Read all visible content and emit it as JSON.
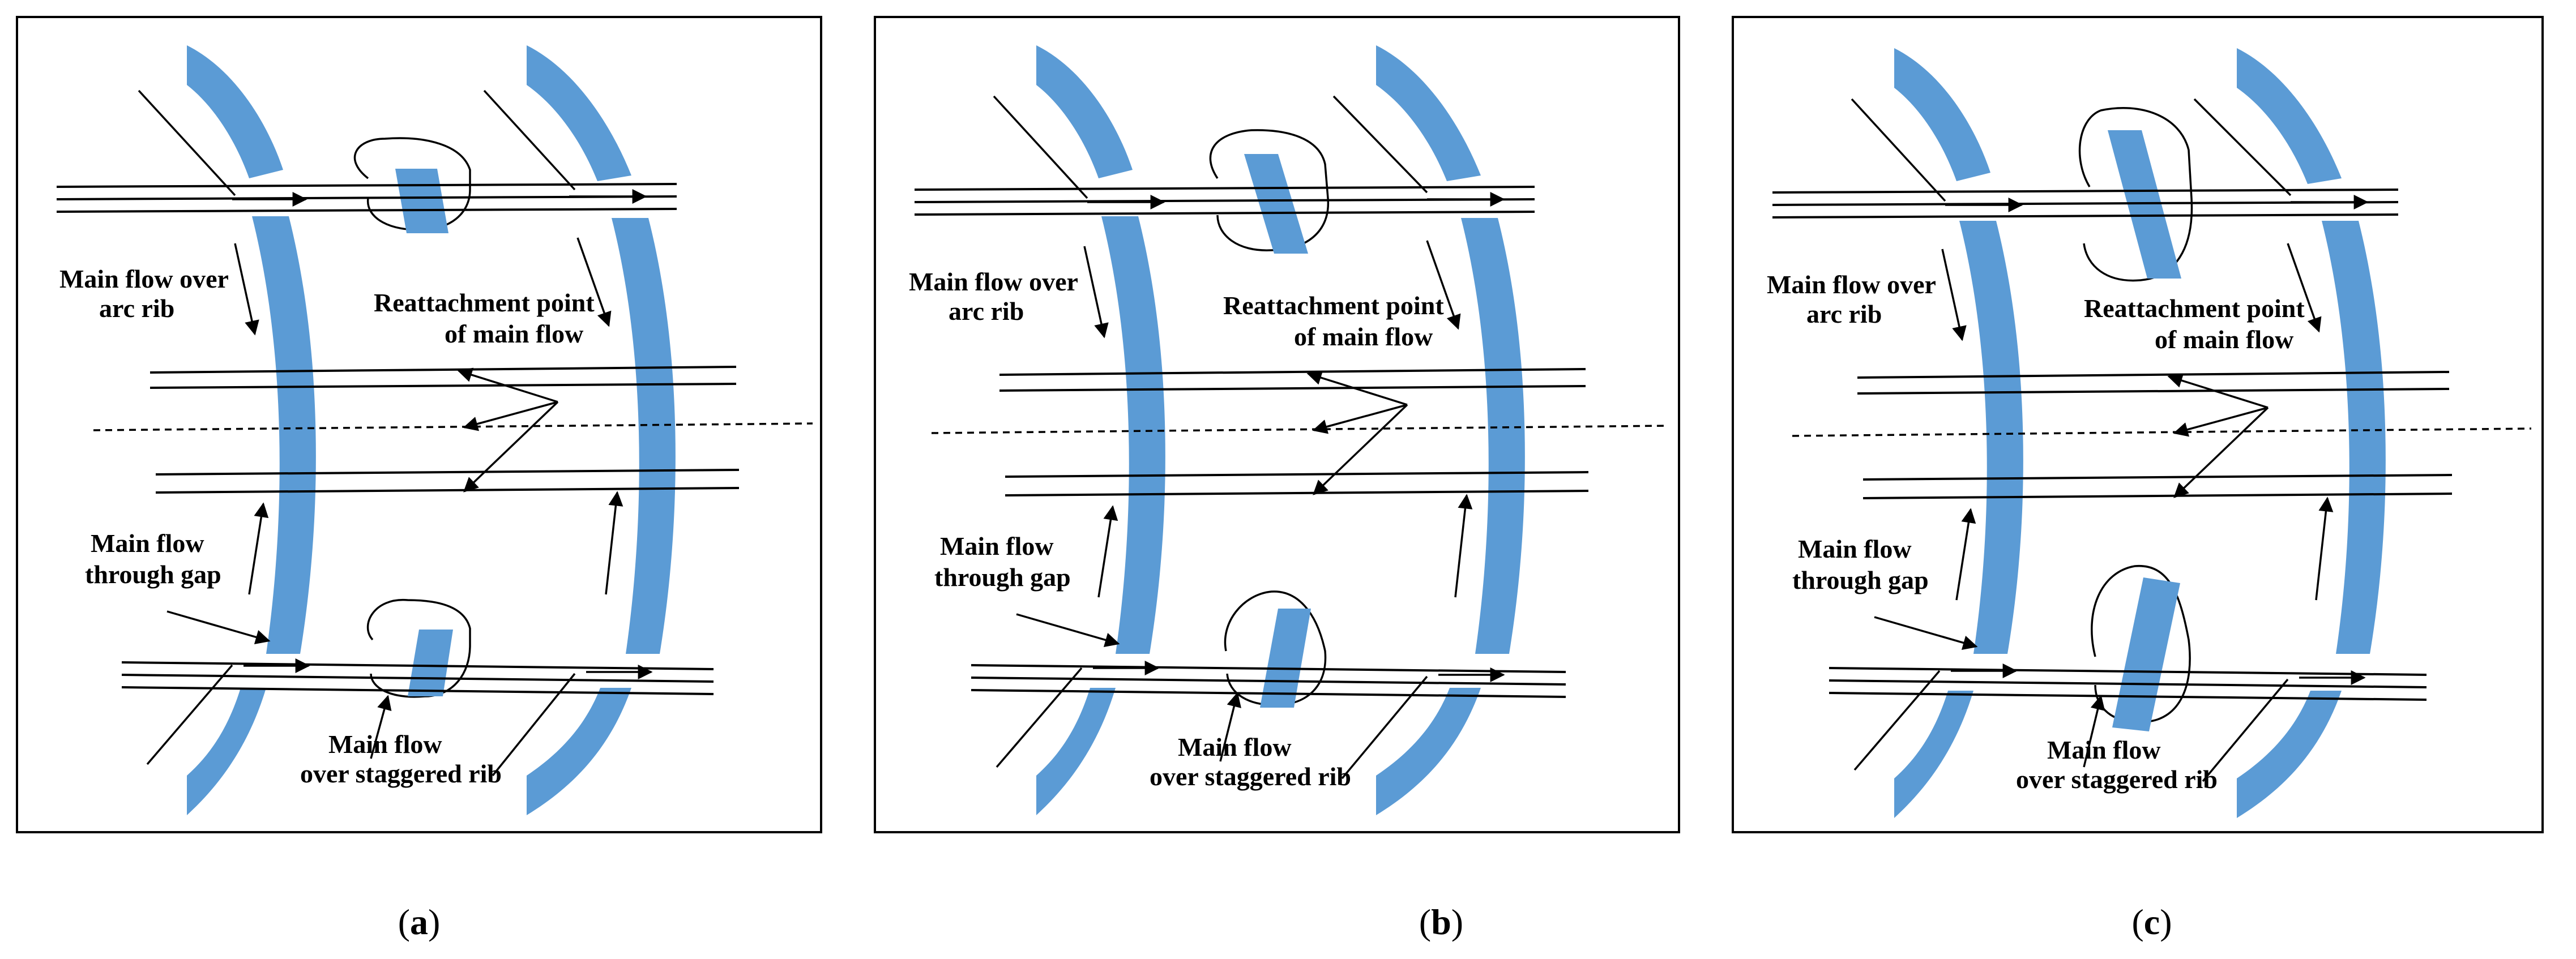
{
  "figure": {
    "panels": [
      {
        "id": "a",
        "caption_open": "(",
        "caption_letter": "a",
        "caption_close": ")",
        "labels": {
          "arc_rib_1": "Main flow over",
          "arc_rib_2": "arc rib",
          "reattach_1": "Reattachment  point",
          "reattach_2": "of main flow",
          "gap_1": "Main  flow",
          "gap_2": "through gap",
          "staggered_1": "Main flow",
          "staggered_2": "over staggered rib"
        }
      },
      {
        "id": "b",
        "caption_open": "(",
        "caption_letter": "b",
        "caption_close": ")",
        "labels": {
          "arc_rib_1": "Main flow over",
          "arc_rib_2": "arc rib",
          "reattach_1": "Reattachment  point",
          "reattach_2": "of main flow",
          "gap_1": "Main  flow",
          "gap_2": "through gap",
          "staggered_1": "Main flow",
          "staggered_2": "over staggered rib"
        }
      },
      {
        "id": "c",
        "caption_open": "(",
        "caption_letter": "c",
        "caption_close": ")",
        "labels": {
          "arc_rib_1": "Main flow over",
          "arc_rib_2": "arc rib",
          "reattach_1": "Reattachment  point",
          "reattach_2": "of main flow",
          "gap_1": "Main  flow",
          "gap_2": "through gap",
          "staggered_1": "Main flow",
          "staggered_2": "over staggered rib"
        }
      }
    ],
    "colors": {
      "rib": "#5b9bd5",
      "line": "#000000",
      "background": "#ffffff"
    }
  }
}
